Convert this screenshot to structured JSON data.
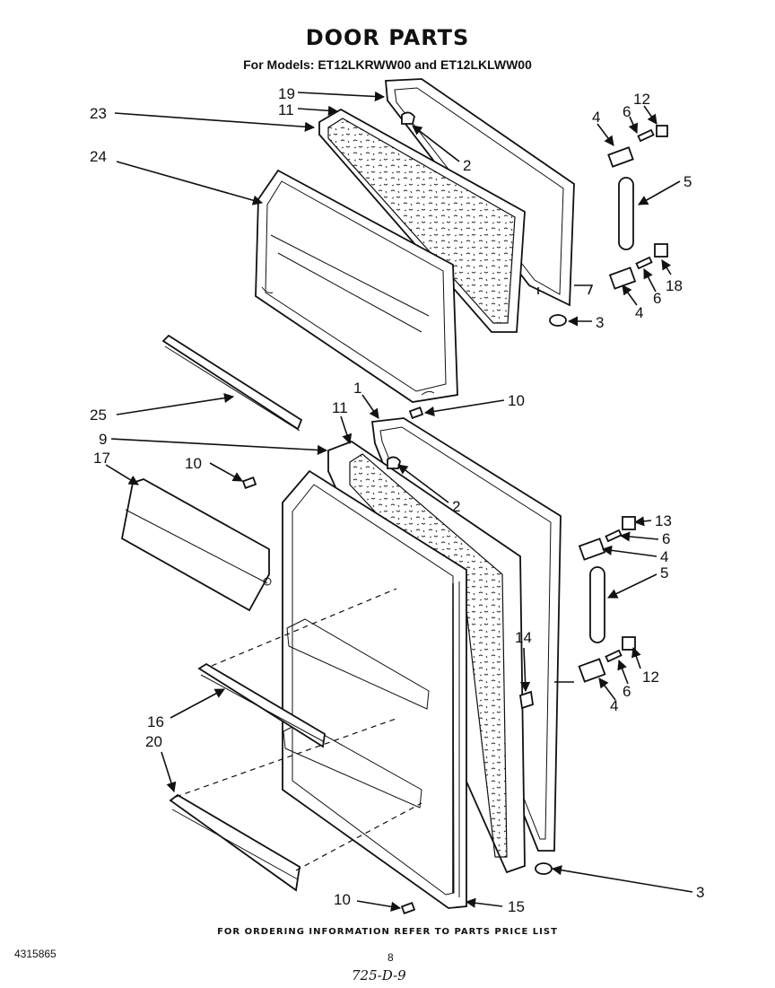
{
  "header": {
    "title": "DOOR PARTS",
    "subtitle": "For Models: ET12LKRWW00 and ET12LKLWW00"
  },
  "footer": {
    "ordering_note": "FOR ORDERING INFORMATION REFER TO PARTS PRICE LIST",
    "document_number": "4315865",
    "page_number": "8",
    "handwritten_code": "725-D-9"
  },
  "callouts": [
    "19",
    "23",
    "11",
    "2",
    "4",
    "6",
    "12",
    "5",
    "24",
    "18",
    "3",
    "25",
    "1",
    "10",
    "9",
    "17",
    "13",
    "14",
    "16",
    "20",
    "15"
  ]
}
